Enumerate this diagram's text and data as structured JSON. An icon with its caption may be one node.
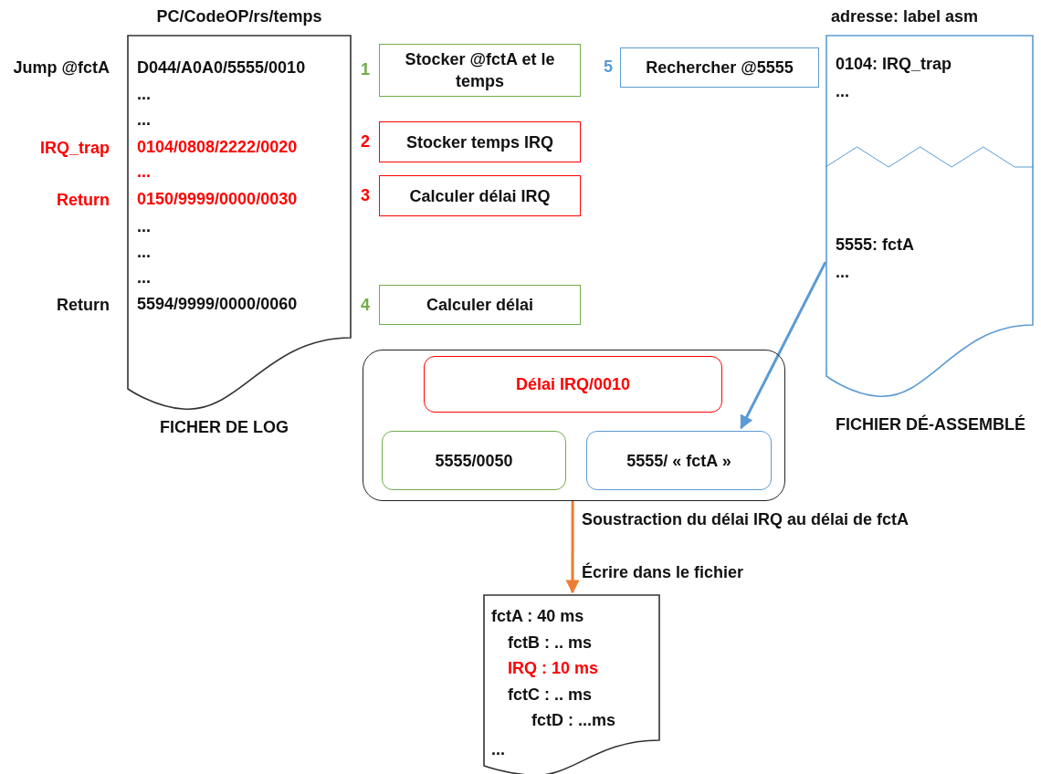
{
  "diagram": {
    "nodes": [
      {
        "text": [
          "PC/CodeOP/rs/temps",
          "D044/A0A0/5555/0010",
          "...",
          "...",
          "0104/0808/2222/0020",
          "...",
          "0150/9999/0000/0030",
          "...",
          "...",
          "...",
          "5594/9999/0000/0060"
        ],
        "beside": [
          "FICHER DE LOG"
        ]
      },
      {
        "text": [
          "Stocker @fctA et le temps"
        ],
        "beside": [
          "1"
        ]
      },
      {
        "text": [
          "Rechercher @5555"
        ],
        "beside": [
          "5"
        ]
      },
      {
        "text": [
          "adresse: label asm",
          "0104: IRQ_trap",
          "...",
          "5555: fctA",
          "..."
        ],
        "beside": [
          "FICHIER DÉ-ASSEMBLÉ"
        ]
      },
      {
        "text": [
          "Stocker temps IRQ"
        ],
        "beside": [
          "2"
        ]
      },
      {
        "text": [
          "Calculer délai IRQ"
        ],
        "beside": [
          "3"
        ]
      },
      {
        "text": [
          "Calculer délai"
        ],
        "beside": [
          "4"
        ]
      },
      {
        "text": [],
        "shape": "box"
      },
      {
        "text": [
          "Délai IRQ/0010"
        ],
        "in": 7
      },
      {
        "text": [
          "5555/0050"
        ],
        "in": 7
      },
      {
        "text": [
          "5555/  « fctA »"
        ],
        "in": 7
      },
      {
        "text": [
          "fctA : 40 ms",
          "fctB : .. ms",
          "IRQ : 10 ms",
          "fctC : .. ms",
          "fctD : ...ms",
          "..."
        ]
      }
    ],
    "edges": [
      {
        "from": 3,
        "to": 10,
        "arrow": "to",
        "color": "#5b9bd5"
      },
      {
        "from": 7,
        "to": 11,
        "arrow": "to",
        "label": "Soustraction du délai IRQ au délai de fctA",
        "color": "#ed7d31"
      }
    ],
    "labels": [
      "Jump @fctA",
      "IRQ_trap",
      "Return",
      "Return",
      "Écrire dans le fichier"
    ]
  }
}
